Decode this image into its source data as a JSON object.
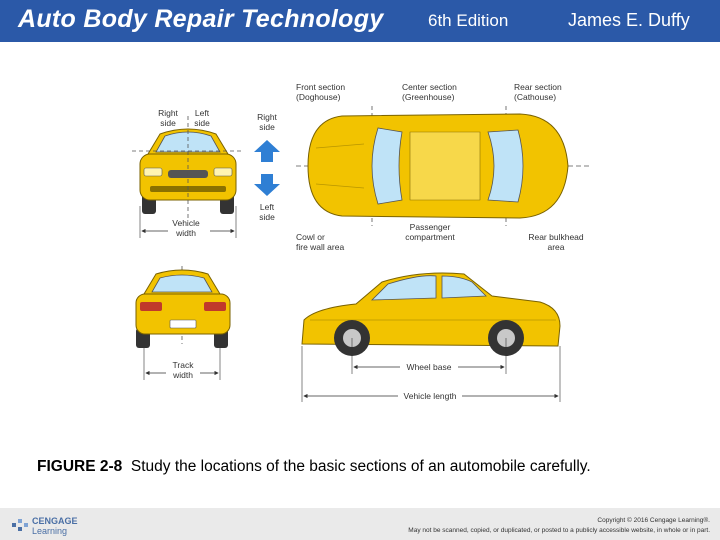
{
  "header": {
    "title": "Auto Body Repair Technology",
    "edition": "6th Edition",
    "author": "James E. Duffy"
  },
  "colors": {
    "banner": "#2b59a8",
    "car_body": "#f2c300",
    "glass": "#bfe3f7",
    "arrow": "#2f7fd4"
  },
  "figure": {
    "labels": {
      "right_side": [
        "Right",
        "side"
      ],
      "left_side": [
        "Left",
        "side"
      ],
      "right_side_arrow": [
        "Right",
        "side"
      ],
      "left_side_arrow": [
        "Left",
        "side"
      ],
      "front_section": [
        "Front section",
        "(Doghouse)"
      ],
      "center_section": [
        "Center section",
        "(Greenhouse)"
      ],
      "rear_section": [
        "Rear section",
        "(Cathouse)"
      ],
      "vehicle_width": [
        "Vehicle",
        "width"
      ],
      "cowl": [
        "Cowl or",
        "fire wall area"
      ],
      "passenger": [
        "Passenger",
        "compartment"
      ],
      "rear_bulkhead": [
        "Rear bulkhead",
        "area"
      ],
      "track_width": [
        "Track",
        "width"
      ],
      "wheel_base": "Wheel base",
      "vehicle_length": "Vehicle length"
    }
  },
  "caption": {
    "label": "FIGURE 2-8",
    "text": "Study the locations of the basic sections of an automobile carefully."
  },
  "footer": {
    "logo_top": "CENGAGE",
    "logo_bottom": "Learning",
    "copyright": "Copyright © 2016 Cengage Learning®.",
    "notice": "May not be scanned, copied, or duplicated, or posted to a publicly accessible website, in whole or in part."
  }
}
